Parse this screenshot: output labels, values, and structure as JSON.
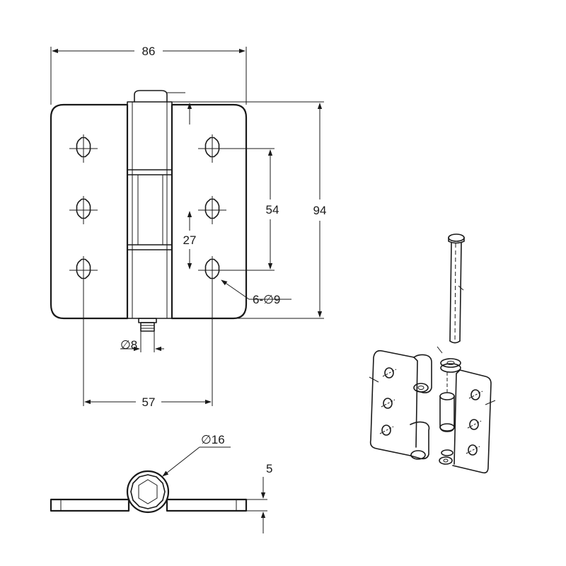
{
  "front_view": {
    "dimensions": {
      "width": "86",
      "height": "94",
      "hole_spacing_vertical": "54",
      "hole_spacing_half": "27",
      "hole_spacing_horizontal": "57",
      "pin_diameter": "∅8",
      "hole_spec": "6-∅9"
    }
  },
  "bottom_view": {
    "dimensions": {
      "knuckle_diameter": "∅16",
      "leaf_thickness": "5"
    }
  }
}
